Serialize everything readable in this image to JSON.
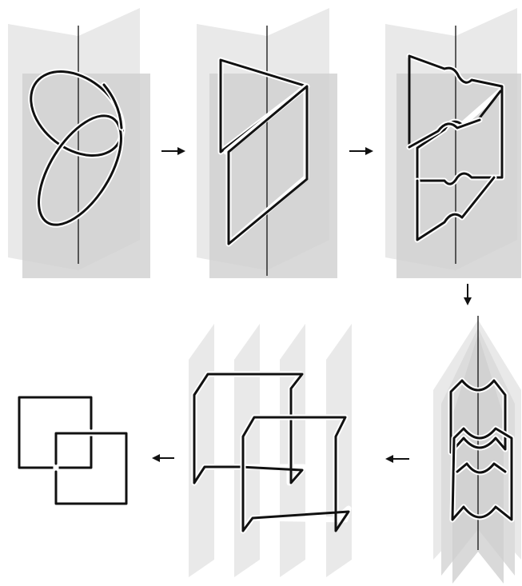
{
  "figure": {
    "description_free": true,
    "panels": [
      {
        "id": "hopf-link-on-axis"
      },
      {
        "id": "polygonal-link"
      },
      {
        "id": "link-with-bumps"
      },
      {
        "id": "open-book-folded"
      },
      {
        "id": "link-on-pages"
      },
      {
        "id": "square-link"
      }
    ],
    "arrows": [
      {
        "from": "hopf-link-on-axis",
        "to": "polygonal-link",
        "direction": "right"
      },
      {
        "from": "polygonal-link",
        "to": "link-with-bumps",
        "direction": "right"
      },
      {
        "from": "link-with-bumps",
        "to": "open-book-folded",
        "direction": "down"
      },
      {
        "from": "open-book-folded",
        "to": "link-on-pages",
        "direction": "left"
      },
      {
        "from": "link-on-pages",
        "to": "square-link",
        "direction": "left"
      }
    ],
    "colors": {
      "strand": "#111111",
      "page_light": "#e9e9e9",
      "page_dark": "#cfcfcf",
      "background": "#ffffff"
    }
  }
}
